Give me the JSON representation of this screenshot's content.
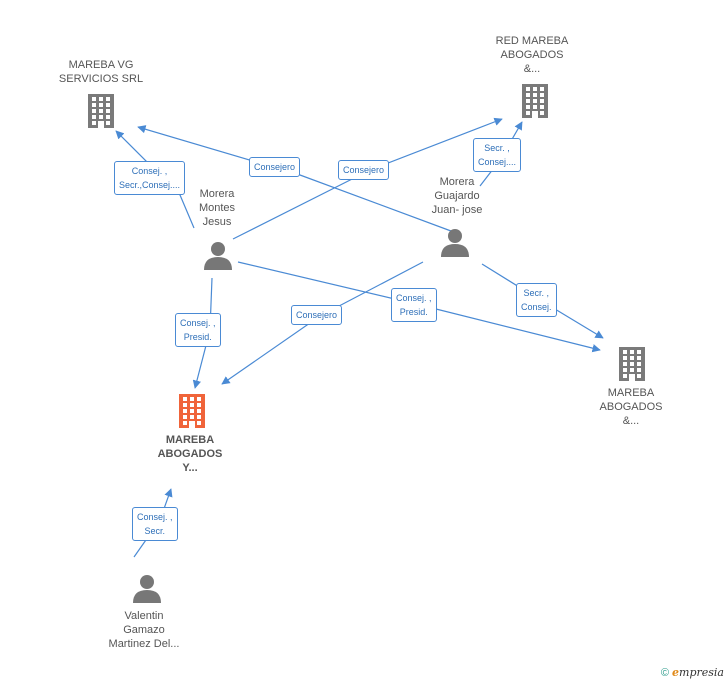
{
  "colors": {
    "edge": "#4a8ad4",
    "building": "#7a7a7a",
    "building_main": "#f0643a",
    "person": "#777777"
  },
  "nodes": [
    {
      "id": "mareba-vg",
      "kind": "building",
      "lines": [
        "MAREBA VG",
        "SERVICIOS SRL"
      ]
    },
    {
      "id": "red-mareba",
      "kind": "building",
      "lines": [
        "RED MAREBA",
        "ABOGADOS",
        "&..."
      ]
    },
    {
      "id": "morera-montes",
      "kind": "person",
      "lines": [
        "Morera",
        "Montes",
        "Jesus"
      ]
    },
    {
      "id": "morera-guajardo",
      "kind": "person",
      "lines": [
        "Morera",
        "Guajardo",
        "Juan- jose"
      ]
    },
    {
      "id": "mareba-abogados-y",
      "kind": "building-main",
      "lines": [
        "MAREBA",
        "ABOGADOS",
        "Y..."
      ]
    },
    {
      "id": "mareba-abogados-amp",
      "kind": "building",
      "lines": [
        "MAREBA",
        "ABOGADOS",
        "&..."
      ]
    },
    {
      "id": "valentin",
      "kind": "person",
      "lines": [
        "Valentin",
        "Gamazo",
        "Martinez Del..."
      ]
    }
  ],
  "edge_labels": [
    {
      "id": "e1",
      "lines": [
        "Consej. ,",
        "Secr.,Consej...."
      ]
    },
    {
      "id": "e2",
      "lines": [
        "Consejero"
      ]
    },
    {
      "id": "e3",
      "lines": [
        "Consejero"
      ]
    },
    {
      "id": "e4",
      "lines": [
        "Secr. ,",
        "Consej...."
      ]
    },
    {
      "id": "e5",
      "lines": [
        "Consej. ,",
        "Presid."
      ]
    },
    {
      "id": "e6",
      "lines": [
        "Consejero"
      ]
    },
    {
      "id": "e7",
      "lines": [
        "Consej. ,",
        "Presid."
      ]
    },
    {
      "id": "e8",
      "lines": [
        "Secr. ,",
        "Consej."
      ]
    },
    {
      "id": "e9",
      "lines": [
        "Consej. ,",
        "Secr."
      ]
    }
  ],
  "footer": {
    "copyright": "©",
    "brand_initial": "e",
    "brand_rest": "mpresia"
  }
}
